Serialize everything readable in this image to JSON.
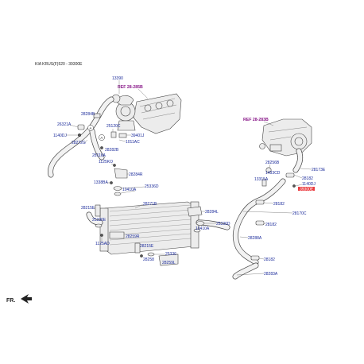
{
  "header": {
    "title": "KIA KRUS(F)520 - 39300E"
  },
  "orientation": {
    "label": "FR."
  },
  "references": [
    {
      "id": "ref-28-285b",
      "text": "REF 28-285B"
    },
    {
      "id": "ref-28-283b",
      "text": "REF 28-283B"
    }
  ],
  "callouts": [
    {
      "id": "c-13390",
      "text": "13390"
    },
    {
      "id": "c-28284b",
      "text": "28284B"
    },
    {
      "id": "c-26321a",
      "text": "26321A"
    },
    {
      "id": "c-1140dj-a",
      "text": "1140DJ"
    },
    {
      "id": "c-28272g",
      "text": "28272G"
    },
    {
      "id": "c-25120c",
      "text": "25120C"
    },
    {
      "id": "c-39401j",
      "text": "39401J"
    },
    {
      "id": "c-1011ac",
      "text": "1011AC"
    },
    {
      "id": "c-28282b",
      "text": "28282B"
    },
    {
      "id": "c-28116a",
      "text": "28116A"
    },
    {
      "id": "c-1125ko",
      "text": "1125KO"
    },
    {
      "id": "c-28284r",
      "text": "28284R"
    },
    {
      "id": "c-1338ba",
      "text": "1338BA"
    },
    {
      "id": "c-25336d",
      "text": "25336D"
    },
    {
      "id": "c-10410a-a",
      "text": "10410A"
    },
    {
      "id": "c-28271b",
      "text": "28271B"
    },
    {
      "id": "c-28215e-a",
      "text": "28215E"
    },
    {
      "id": "c-28284l",
      "text": "28284L"
    },
    {
      "id": "c-25336e",
      "text": "25336E"
    },
    {
      "id": "c-25336d-b",
      "text": "25336D"
    },
    {
      "id": "c-10410a-b",
      "text": "10410A"
    },
    {
      "id": "c-28259r",
      "text": "28259R"
    },
    {
      "id": "c-1125ad",
      "text": "1125AD"
    },
    {
      "id": "c-28215e-b",
      "text": "28215E"
    },
    {
      "id": "c-25336",
      "text": "25336"
    },
    {
      "id": "c-28258",
      "text": "28258"
    },
    {
      "id": "c-28259l",
      "text": "28259L"
    },
    {
      "id": "c-28256b",
      "text": "28256B"
    },
    {
      "id": "c-28173e",
      "text": "28173E"
    },
    {
      "id": "c-1433cd",
      "text": "1433CD"
    },
    {
      "id": "c-13315a",
      "text": "13315A"
    },
    {
      "id": "c-28182-a",
      "text": "28182"
    },
    {
      "id": "c-1140dj-b",
      "text": "1140DJ"
    },
    {
      "id": "c-39300e",
      "text": "39300E"
    },
    {
      "id": "c-28182-b",
      "text": "28182"
    },
    {
      "id": "c-28170c",
      "text": "28170C"
    },
    {
      "id": "c-28182-c",
      "text": "28182"
    },
    {
      "id": "c-28288a",
      "text": "28288A"
    },
    {
      "id": "c-28182-d",
      "text": "28182"
    },
    {
      "id": "c-28283a",
      "text": "28283A"
    }
  ],
  "markers": {
    "circle_a": "A"
  },
  "colors": {
    "label": "#1a2a9a",
    "ref": "#8a1a8a",
    "highlight": "#e8262b"
  }
}
